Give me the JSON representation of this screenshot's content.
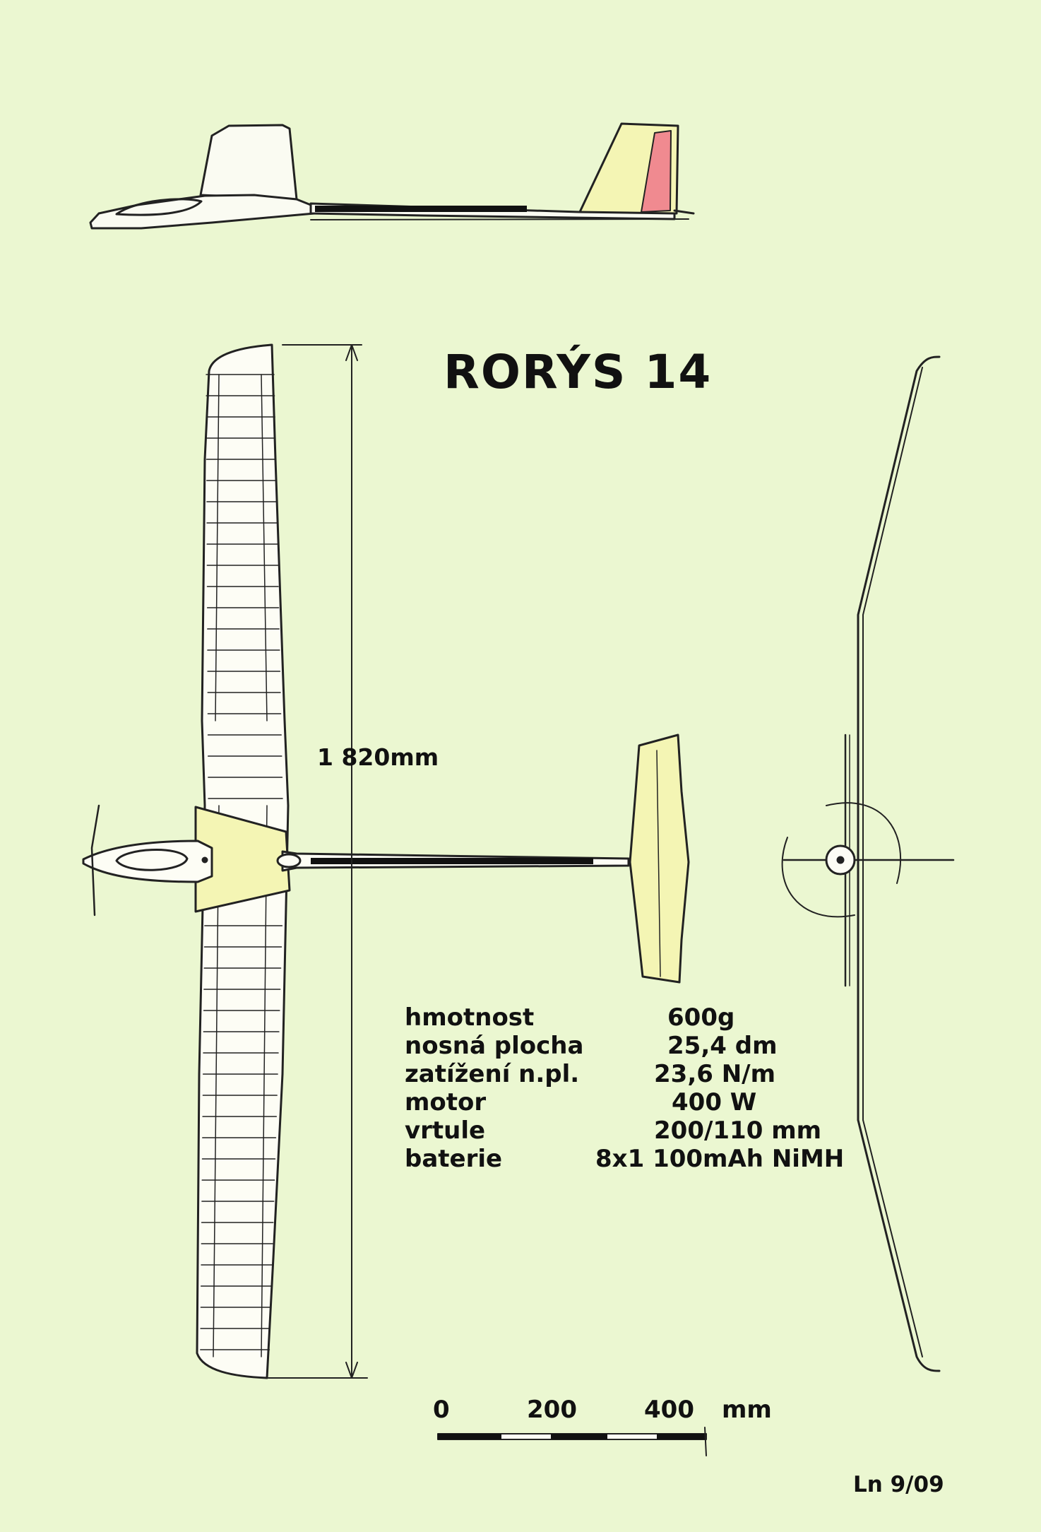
{
  "title": "RORÝS  14",
  "span_label": "1 820mm",
  "specs": [
    {
      "label": "hmotnost",
      "value": "600g"
    },
    {
      "label": "nosná plocha",
      "value": "25,4 dm"
    },
    {
      "label": "zatížení n.pl.",
      "value": "23,6 N/m"
    },
    {
      "label": "motor",
      "value": "400 W"
    },
    {
      "label": "vrtule",
      "value": "200/110 mm"
    },
    {
      "label": "baterie",
      "value": "8x1 100mAh NiMH"
    }
  ],
  "scale": {
    "ticks": [
      "0",
      "200",
      "400"
    ],
    "unit": "mm"
  },
  "author": "Ln 9/09",
  "colors": {
    "background": "#ebf7d1",
    "fill_yellow": "#f4f5b4",
    "rudder": "#f08a90",
    "line": "#222222"
  }
}
